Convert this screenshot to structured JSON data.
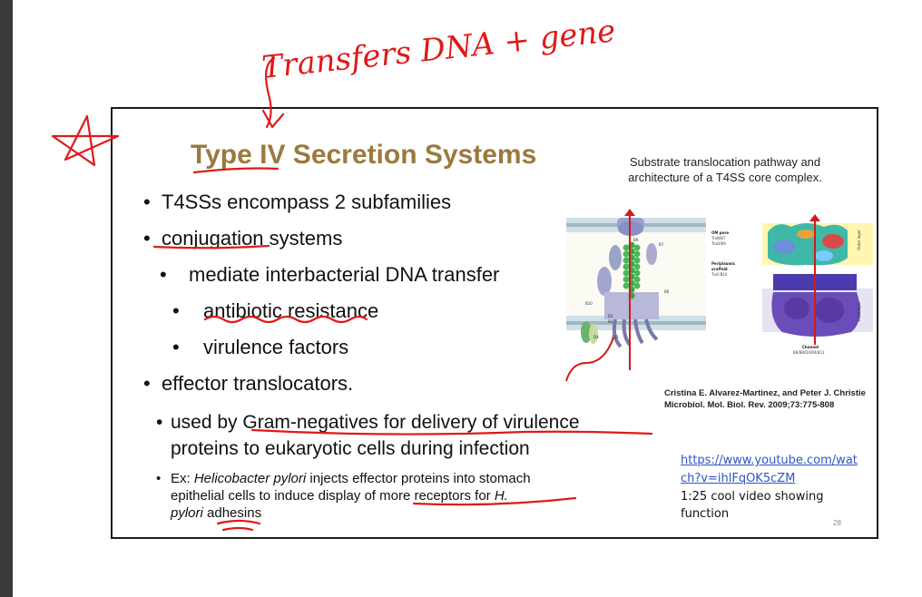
{
  "handwriting": {
    "note": "Transfers DNA + gene"
  },
  "slide": {
    "title": "Type IV Secretion Systems",
    "bullets": [
      {
        "text": "T4SSs encompass 2 subfamilies"
      },
      {
        "text": "conjugation systems"
      },
      {
        "text": "mediate interbacterial DNA transfer"
      },
      {
        "text": "antibiotic resistance"
      },
      {
        "text": "virulence factors"
      },
      {
        "text": "effector translocators."
      },
      {
        "line1": "used by Gram-negatives for delivery of virulence",
        "line2": "proteins to eukaryotic cells during infection"
      },
      {
        "prefix": "Ex: ",
        "species": "Helicobacter pylori",
        "middle": " injects effector proteins into stomach",
        "line2": "epithelial cells to induce display of more receptors for ",
        "species_short": "H.",
        "species_end": "pylori",
        "end": " adhesins"
      }
    ],
    "figure_caption": "Substrate translocation pathway and architecture of a T4SS core complex.",
    "figure_labels": {
      "om_pore": "OM pore",
      "om_pore_sub": "TraN/B7",
      "om_pore_sub2": "TraO/B9",
      "periplasmic": "Periplasmic",
      "scaffold": "scaffold",
      "scaffold_sub": "TraF/B10",
      "channel": "Channel",
      "channel_sub": "B6/B8/D4/B4/B11",
      "outer_layer": "Outer layer",
      "inner_layer": "Inner layer",
      "b9": "B9",
      "b7": "B7",
      "b10": "B10",
      "b6": "B6",
      "b3": "B3",
      "b4": "B4",
      "d4": "D4",
      "b11": "B11"
    },
    "citation_line1": "Cristina E. Alvarez-Martinez, and Peter J. Christie",
    "citation_line2": "Microbiol. Mol. Biol. Rev. 2009;73:775-808",
    "link": "https://www.youtube.com/watch?v=ihlFqOK5cZM",
    "video_note": "1:25 cool video showing function",
    "page_number": "28"
  }
}
